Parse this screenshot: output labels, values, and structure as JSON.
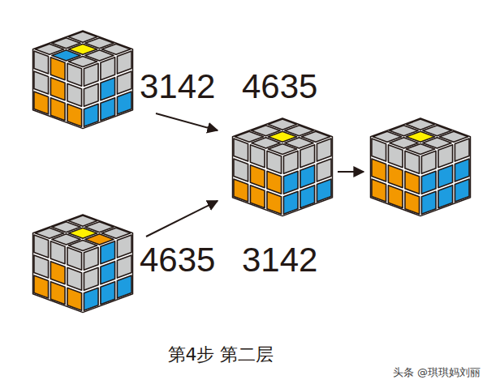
{
  "diagram": {
    "caption": "第4步 第二层",
    "labels": [
      "3142",
      "4635",
      "4635",
      "3142",
      "头条 @琪琪妈刘丽"
    ]
  }
}
